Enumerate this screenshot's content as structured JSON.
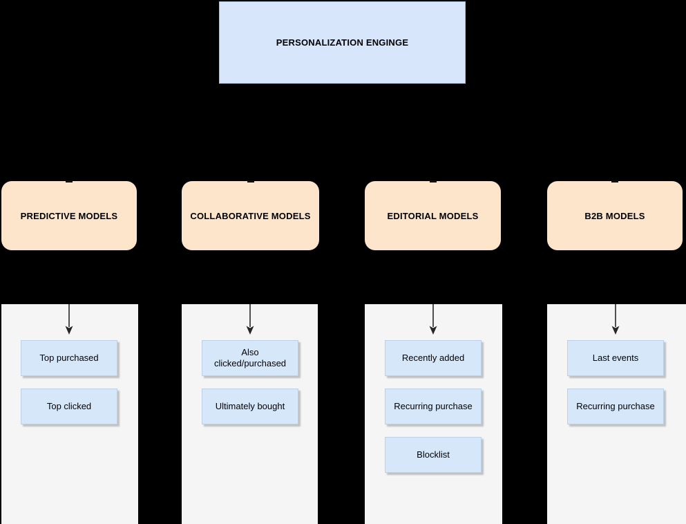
{
  "title": "PERSONALIZATION ENGINGE",
  "columns": [
    {
      "header": "PREDICTIVE MODELS",
      "items": [
        "Top purchased",
        "Top clicked"
      ]
    },
    {
      "header": "COLLABORATIVE MODELS",
      "items": [
        "Also clicked/purchased",
        "Ultimately bought"
      ]
    },
    {
      "header": "EDITORIAL MODELS",
      "items": [
        "Recently added",
        "Recurring purchase",
        "Blocklist"
      ]
    },
    {
      "header": "B2B MODELS",
      "items": [
        "Last events",
        "Recurring purchase"
      ]
    }
  ],
  "colors": {
    "background": "#000000",
    "title_fill": "#d7e6fa",
    "title_border": "#a9bfd9",
    "category_fill": "#fde5cc",
    "panel_fill": "#f5f5f5",
    "item_fill": "#d7e7fa",
    "item_border": "#bcd1e8",
    "arrow": "#262626",
    "text": "#000000"
  },
  "icons": {
    "down_arrow": "arrow pointing down into group panel"
  }
}
